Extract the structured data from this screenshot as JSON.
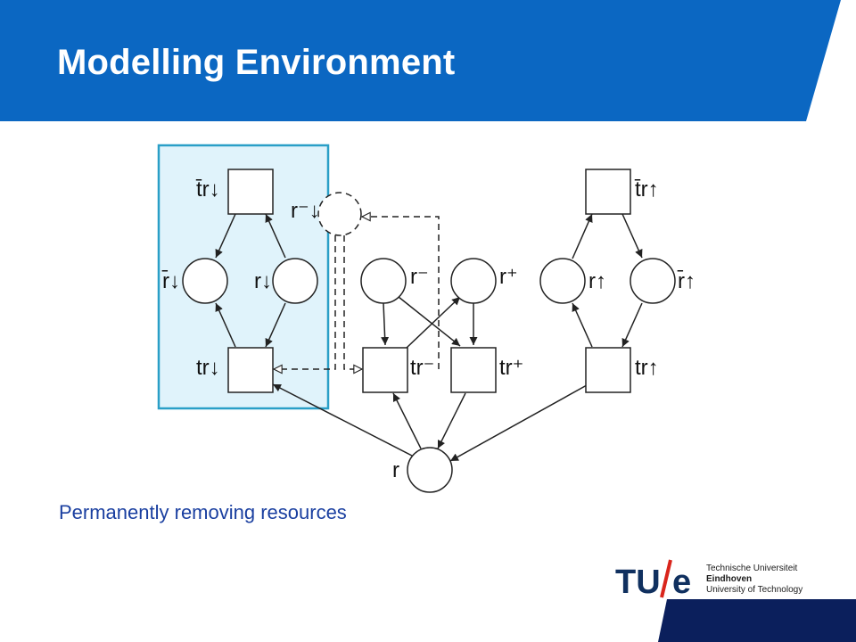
{
  "title": "Modelling Environment",
  "caption": "Permanently removing resources",
  "colors": {
    "header_blue": "#0b67c2",
    "highlight_fill": "#e0f3fb",
    "highlight_border": "#2a9fc7",
    "logo_blue": "#10305f",
    "logo_red": "#d9251c",
    "footer_navy": "#0b1f5c"
  },
  "diagram": {
    "places": {
      "r_bar_down": "r̄↓",
      "r_down": "r↓",
      "r_minus_down": "r⁻↓",
      "r_minus": "r⁻",
      "r_plus": "r⁺",
      "r_up": "r↑",
      "r_bar_up": "r̄↑",
      "r": "r"
    },
    "transitions": {
      "t_bar_r_down": "t̄r↓",
      "t_r_down": "tr↓",
      "t_r_minus": "tr⁻",
      "t_r_plus": "tr⁺",
      "t_r_up": "tr↑",
      "t_bar_r_up": "t̄r↑"
    }
  },
  "logo": {
    "mark_tu": "TU",
    "mark_e": "e",
    "lines": [
      "Technische Universiteit",
      "Eindhoven",
      "University of Technology"
    ]
  }
}
